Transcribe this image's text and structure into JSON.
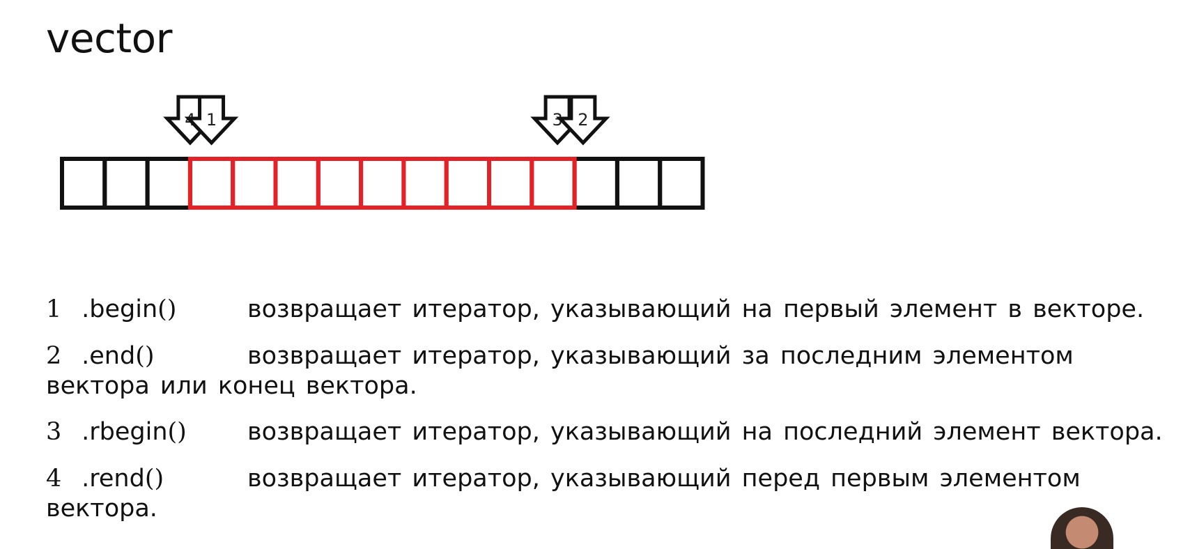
{
  "title": "vector",
  "diagram": {
    "total_cells": 15,
    "highlighted_range": [
      3,
      11
    ],
    "colors": {
      "normal": "#111111",
      "highlight": "#e32228"
    },
    "arrows": [
      {
        "label": "4",
        "cell_boundary": 3
      },
      {
        "label": "1",
        "cell_boundary": 3.5
      },
      {
        "label": "3",
        "cell_boundary": 11.6
      },
      {
        "label": "2",
        "cell_boundary": 12.2
      }
    ]
  },
  "items": [
    {
      "number": "1",
      "method": ".begin",
      "paren": "()",
      "text": "возвращает итератор, указывающий на первый элемент в векторе.",
      "cont": ""
    },
    {
      "number": "2",
      "method": ".end",
      "paren": "()",
      "text": "возвращает итератор, указывающий за последним элементом",
      "cont": "вектора или конец вектора."
    },
    {
      "number": "3",
      "method": ".rbegin",
      "paren": "()",
      "text": "возвращает итератор, указывающий на последний элемент вектора.",
      "cont": ""
    },
    {
      "number": "4",
      "method": ".rend",
      "paren": "()",
      "text": "возвращает итератор, указывающий перед первым элементом",
      "cont": "вектора."
    }
  ]
}
